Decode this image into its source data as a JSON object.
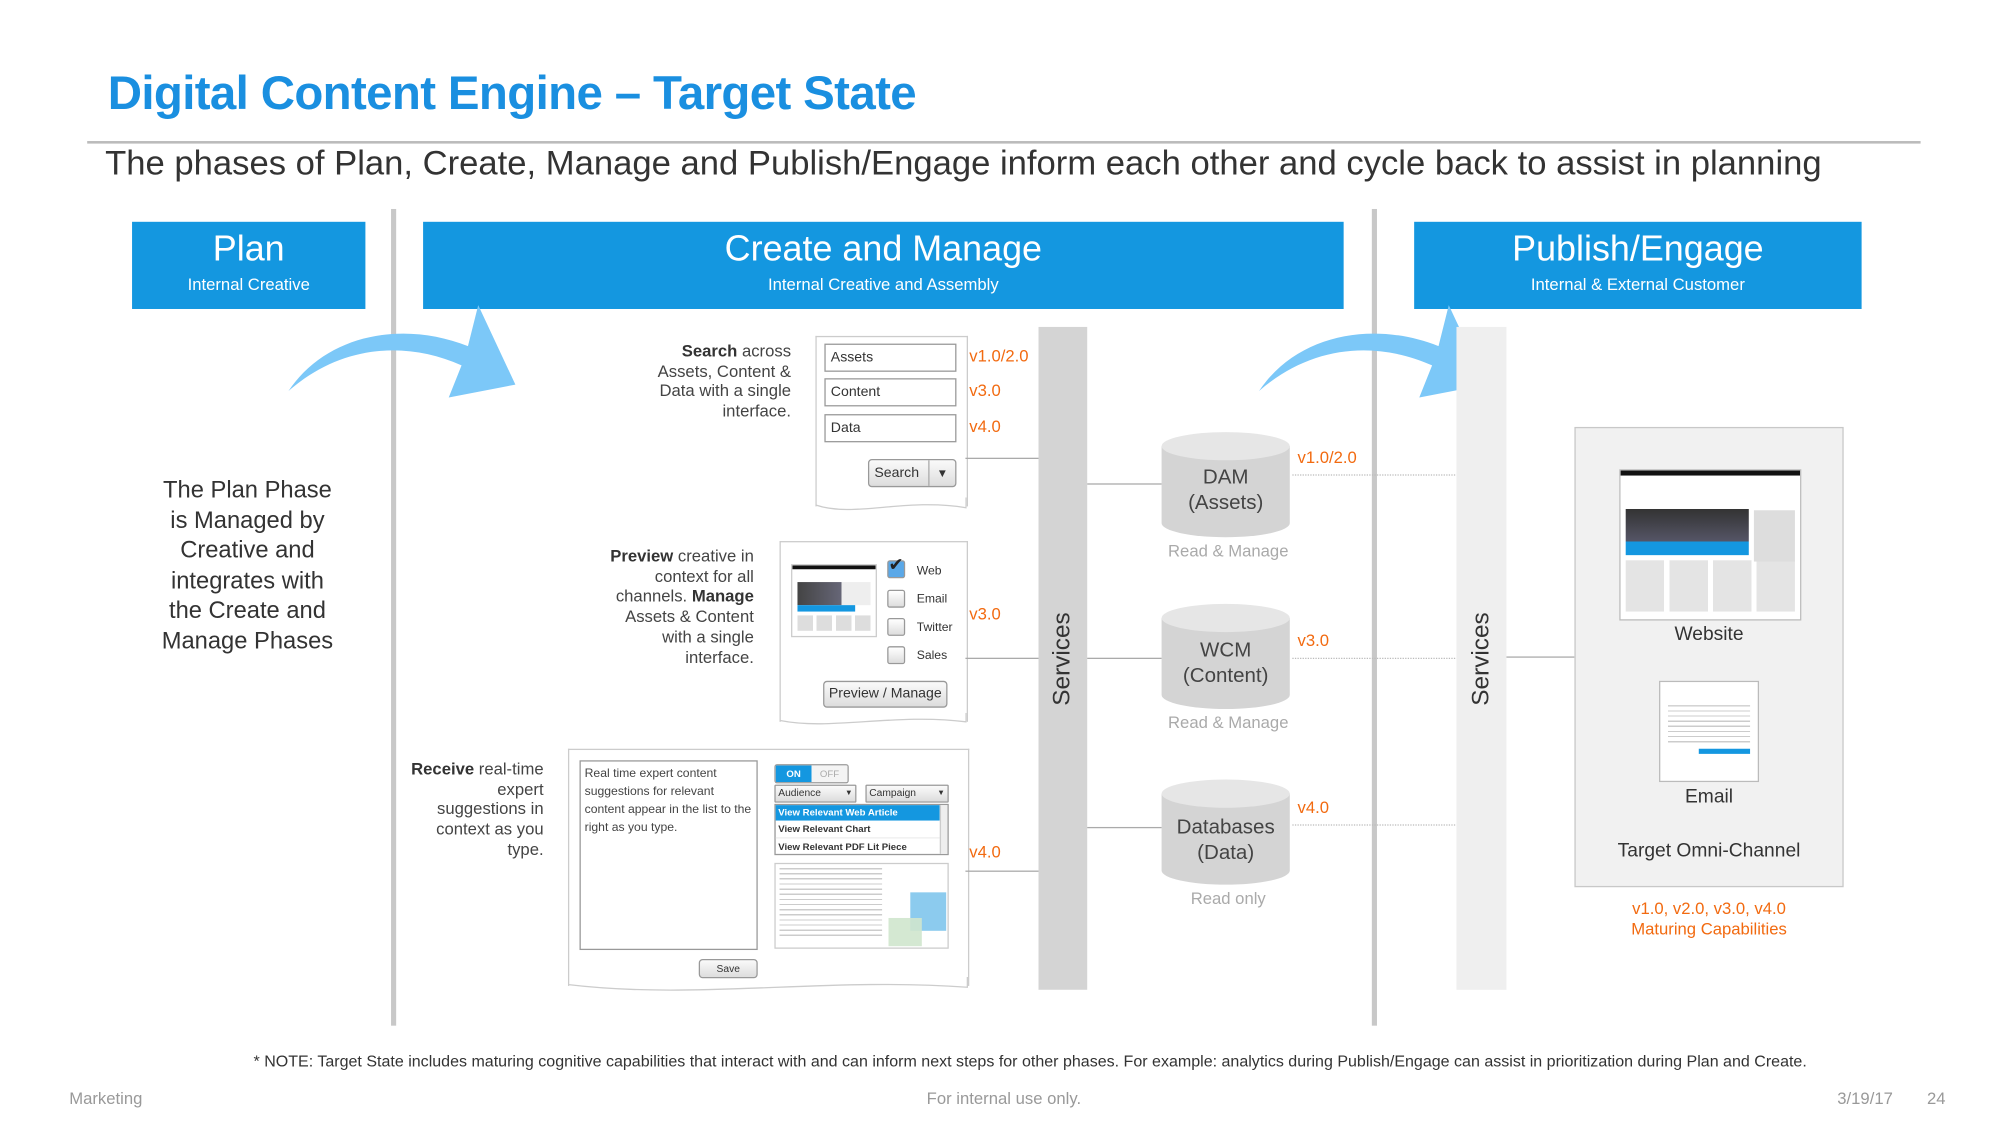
{
  "title": "Digital Content Engine – Target State",
  "subtitle": "The phases of Plan, Create, Manage and Publish/Engage inform each other and cycle back to assist in planning",
  "phases": [
    {
      "title": "Plan",
      "subtitle": "Internal Creative"
    },
    {
      "title": "Create and Manage",
      "subtitle": "Internal Creative and Assembly"
    },
    {
      "title": "Publish/Engage",
      "subtitle": "Internal & External Customer"
    }
  ],
  "plan_text": "The Plan Phase is Managed by Creative and integrates with the Create and Manage Phases",
  "search": {
    "desc_bold": "Search",
    "desc_rest": " across Assets, Content & Data with a single interface.",
    "fields": [
      {
        "label": "Assets",
        "version": "v1.0/2.0"
      },
      {
        "label": "Content",
        "version": "v3.0"
      },
      {
        "label": "Data",
        "version": "v4.0"
      }
    ],
    "button": "Search"
  },
  "preview": {
    "desc_bold1": "Preview",
    "desc_mid": " creative in context for all channels. ",
    "desc_bold2": "Manage",
    "desc_rest": " Assets & Content with a single interface.",
    "channels": [
      {
        "label": "Web",
        "checked": true
      },
      {
        "label": "Email",
        "checked": false
      },
      {
        "label": "Twitter",
        "checked": false
      },
      {
        "label": "Sales",
        "checked": false
      }
    ],
    "button": "Preview / Manage",
    "version": "v3.0"
  },
  "receive": {
    "desc_bold": "Receive",
    "desc_rest": " real-time expert suggestions in context as you type.",
    "textarea": "Real time expert content suggestions for relevant content appear in the list to the right as you type.",
    "toggle_on": "ON",
    "toggle_off": "OFF",
    "select1": "Audience",
    "select2": "Campaign",
    "list": [
      "View Relevant Web Article",
      "View Relevant Chart",
      "View Relevant PDF Lit Piece"
    ],
    "save": "Save",
    "version": "v4.0"
  },
  "services_label": "Services",
  "repositories": [
    {
      "name": "DAM",
      "sub": "(Assets)",
      "access": "Read & Manage",
      "version": "v1.0/2.0"
    },
    {
      "name": "WCM",
      "sub": "(Content)",
      "access": "Read & Manage",
      "version": "v3.0"
    },
    {
      "name": "Databases",
      "sub": "(Data)",
      "access": "Read only",
      "version": "v4.0"
    }
  ],
  "omni": {
    "website": "Website",
    "email": "Email",
    "title": "Target Omni-Channel"
  },
  "maturing": {
    "versions": "v1.0, v2.0, v3.0, v4.0",
    "label": "Maturing Capabilities"
  },
  "note": "* NOTE: Target State includes maturing cognitive capabilities that interact with and can inform next steps for other phases.  For example: analytics during Publish/Engage can assist in prioritization during Plan and Create.",
  "footer": {
    "left": "Marketing",
    "center": "For internal use only.",
    "date": "3/19/17",
    "page": "24"
  },
  "colors": {
    "brand": "#1497e0",
    "accent": "#f26a10",
    "arrow": "#7cc8f8"
  }
}
